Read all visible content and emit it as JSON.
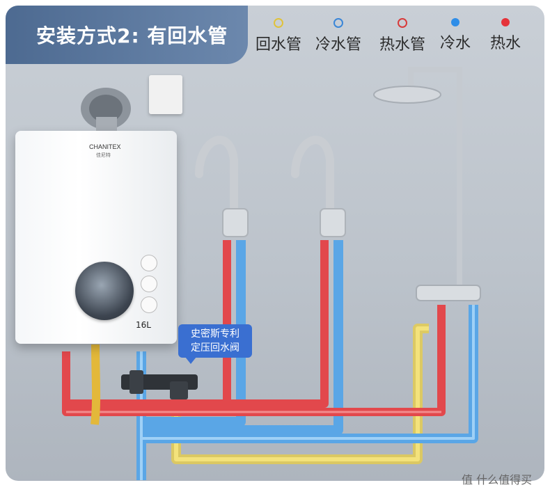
{
  "title": "安装方式2: 有回水管",
  "legend": [
    {
      "label": "回水管",
      "color": "#e0c23a",
      "marker": "ring"
    },
    {
      "label": "冷水管",
      "color": "#3a86d8",
      "marker": "ring"
    },
    {
      "label": "热水管",
      "color": "#d83a3a",
      "marker": "ring"
    },
    {
      "label": "冷水",
      "color": "#2f8ee8",
      "marker": "dot"
    },
    {
      "label": "热水",
      "color": "#e5333a",
      "marker": "dot"
    }
  ],
  "heater": {
    "brand": "CHANITEX",
    "brand_cn": "佳尼特",
    "capacity": "16L"
  },
  "valve_label": {
    "line1": "史密斯专利",
    "line2": "定压回水阀"
  },
  "watermark": "值 什么值得买"
}
